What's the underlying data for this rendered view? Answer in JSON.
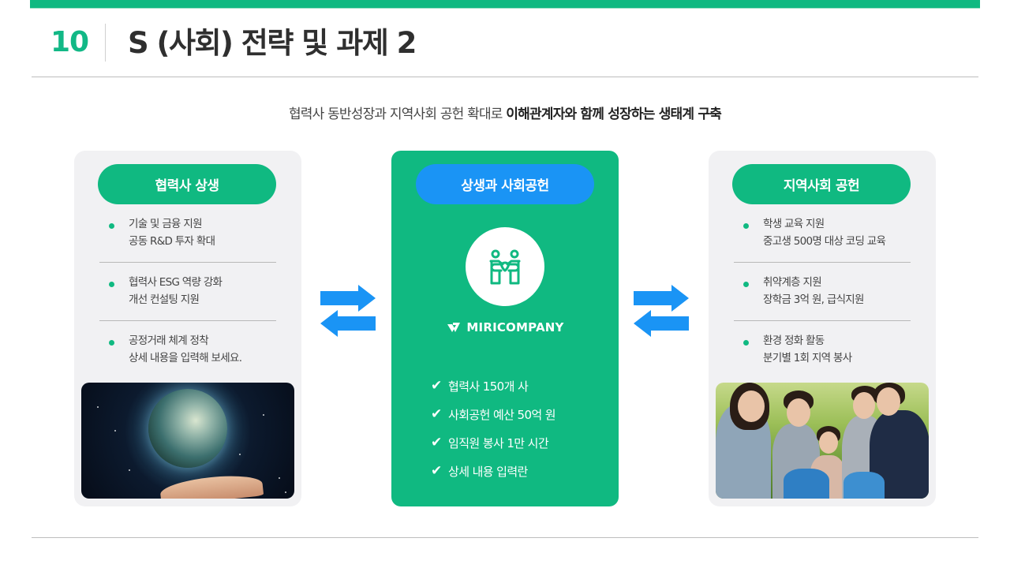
{
  "header": {
    "slide_number": "10",
    "title": "S (사회) 전략 및 과제 2"
  },
  "subtitle": {
    "normal": "협력사 동반성장과 지역사회 공헌 확대로 ",
    "bold": "이해관계자와 함께 성장하는 생태계 구축"
  },
  "colors": {
    "accent_green": "#10b981",
    "accent_blue": "#1a94f5",
    "card_gray": "#f1f1f3"
  },
  "left_card": {
    "title": "협력사 상생",
    "items": [
      {
        "line1": "기술 및 금융 지원",
        "line2": "공동 R&D 투자 확대"
      },
      {
        "line1": "협력사 ESG 역량 강화",
        "line2": "개선 컨설팅 지원"
      },
      {
        "line1": "공정거래 체계 정착",
        "line2": "상세 내용을 입력해 보세요."
      }
    ],
    "image": "earth-in-hand-photo"
  },
  "center_card": {
    "title": "상생과 사회공헌",
    "icon": "handshake-partnership-icon",
    "brand": "MIRICOMPANY",
    "check_glyph": "✔",
    "stats": [
      "협력사 150개 사",
      "사회공헌 예산 50억 원",
      "임직원 봉사 1만 시간",
      "상세 내용 입력란"
    ]
  },
  "right_card": {
    "title": "지역사회 공헌",
    "items": [
      {
        "line1": "학생 교육 지원",
        "line2": "중고생 500명 대상 코딩 교육"
      },
      {
        "line1": "취약계층 지원",
        "line2": "장학금 3억 원, 급식지원"
      },
      {
        "line1": "환경 정화 활동",
        "line2": "분기별 1회 지역 봉사"
      }
    ],
    "image": "volunteers-cleanup-photo"
  },
  "arrows": {
    "icon": "exchange-arrows-icon"
  }
}
